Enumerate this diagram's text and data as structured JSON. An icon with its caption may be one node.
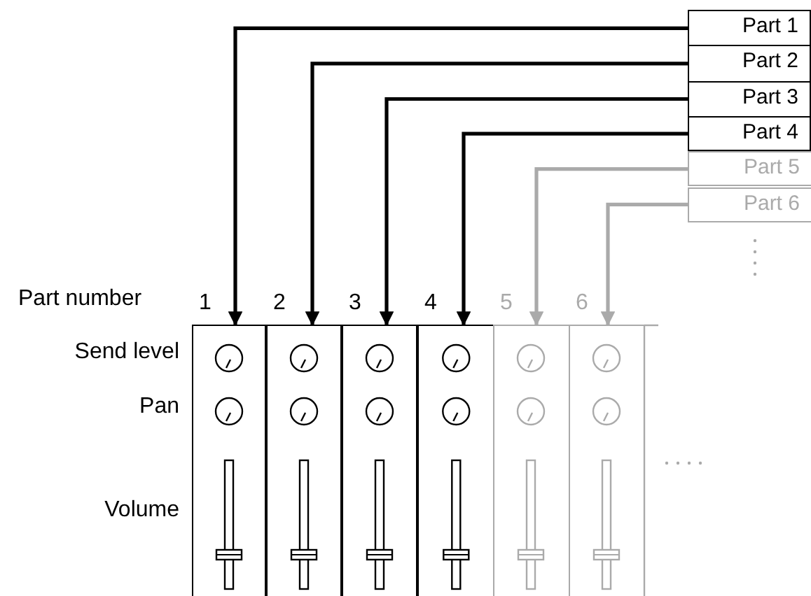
{
  "diagram": {
    "nodes": [
      {
        "text": [
          "Part 1"
        ]
      },
      {
        "text": [
          "Part 2"
        ]
      },
      {
        "text": [
          "Part 3"
        ]
      },
      {
        "text": [
          "Part 4"
        ]
      },
      {
        "text": [
          "Part 5"
        ]
      },
      {
        "text": [
          "Part 6"
        ]
      },
      {
        "text": [
          "1"
        ]
      },
      {
        "text": [
          "2"
        ]
      },
      {
        "text": [
          "3"
        ]
      },
      {
        "text": [
          "4"
        ]
      },
      {
        "text": [
          "5"
        ]
      },
      {
        "text": [
          "6"
        ]
      }
    ],
    "edges": [
      {
        "from": 0,
        "to": 6,
        "arrow": "to"
      },
      {
        "from": 1,
        "to": 7,
        "arrow": "to"
      },
      {
        "from": 2,
        "to": 8,
        "arrow": "to"
      },
      {
        "from": 3,
        "to": 9,
        "arrow": "to"
      },
      {
        "from": 4,
        "to": 10,
        "arrow": "to",
        "color": "#aaaaaa"
      },
      {
        "from": 5,
        "to": 11,
        "arrow": "to",
        "color": "#aaaaaa"
      }
    ],
    "labels": [
      "Part number",
      "Send level",
      "Pan",
      "Volume"
    ]
  }
}
